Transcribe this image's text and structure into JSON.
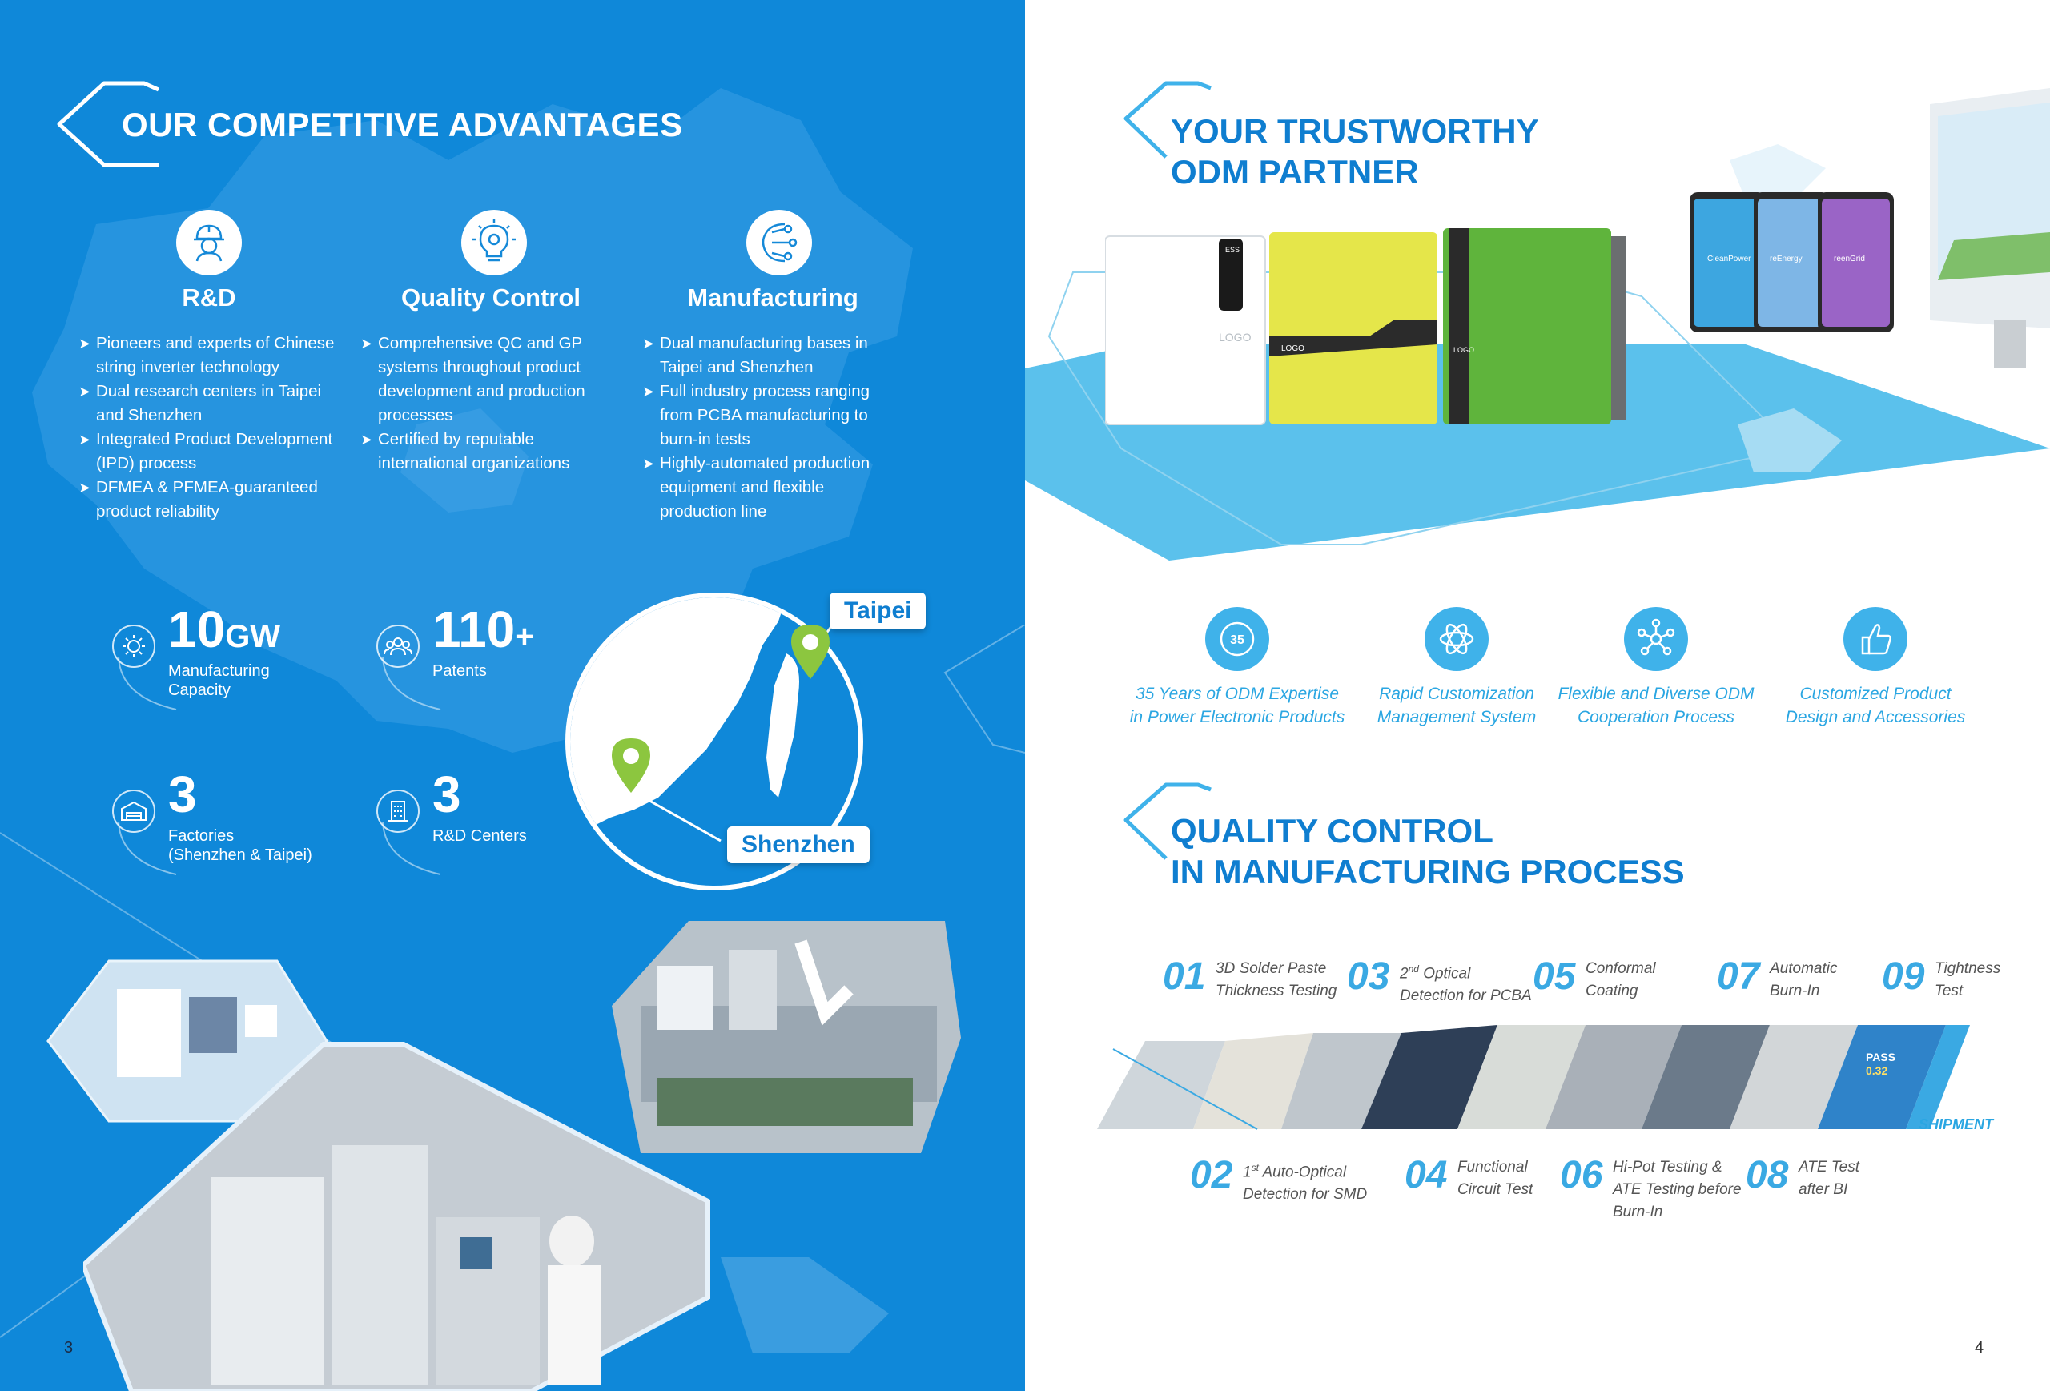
{
  "left_page": {
    "title": "OUR COMPETITIVE ADVANTAGES",
    "page_number": "3",
    "pillars": [
      {
        "icon": "engineer-icon",
        "title": "R&D",
        "bullets": [
          "Pioneers and experts of Chinese string inverter technology",
          "Dual research centers in Taipei and Shenzhen",
          "Integrated Product Development (IPD) process",
          "DFMEA & PFMEA-guaranteed product reliability"
        ]
      },
      {
        "icon": "lightbulb-gear-icon",
        "title": "Quality Control",
        "bullets": [
          "Comprehensive QC and GP systems throughout product development and production processes",
          "Certified by reputable international organizations"
        ]
      },
      {
        "icon": "circuit-brain-icon",
        "title": "Manufacturing",
        "bullets": [
          "Dual manufacturing bases in Taipei and Shenzhen",
          "Full industry process ranging from PCBA manufacturing to burn-in tests",
          "Highly-automated production equipment and flexible production line"
        ]
      }
    ],
    "stats": [
      {
        "icon": "gear-icon",
        "value": "10",
        "unit": "GW",
        "label_lines": [
          "Manufacturing",
          "Capacity"
        ]
      },
      {
        "icon": "people-icon",
        "value": "110",
        "unit": "+",
        "label_lines": [
          "Patents"
        ]
      },
      {
        "icon": "factory-icon",
        "value": "3",
        "unit": "",
        "label_lines": [
          "Factories",
          "(Shenzhen & Taipei)"
        ]
      },
      {
        "icon": "building-icon",
        "value": "3",
        "unit": "",
        "label_lines": [
          "R&D Centers"
        ]
      }
    ],
    "map_callouts": {
      "north": "Taipei",
      "south": "Shenzhen"
    },
    "bullet_glyph": "➤"
  },
  "right_page": {
    "page_number": "4",
    "title_lines": [
      "YOUR TRUSTWORTHY",
      "ODM PARTNER"
    ],
    "product_labels": {
      "ess": "ESS",
      "logo": "LOGO"
    },
    "phone_app_labels": [
      "CleanPower",
      "reEnergy",
      "reenGrid"
    ],
    "features": [
      {
        "icon": "badge-35-icon",
        "badge": "35",
        "lines": [
          "35 Years of ODM Expertise",
          "in Power Electronic Products"
        ]
      },
      {
        "icon": "atom-icon",
        "lines": [
          "Rapid Customization",
          "Management System"
        ]
      },
      {
        "icon": "network-icon",
        "lines": [
          "Flexible and Diverse ODM",
          "Cooperation Process"
        ]
      },
      {
        "icon": "thumbs-up-icon",
        "lines": [
          "Customized Product",
          "Design and Accessories"
        ]
      }
    ],
    "qc_title_lines": [
      "QUALITY CONTROL",
      "IN MANUFACTURING PROCESS"
    ],
    "steps_top": [
      {
        "num": "01",
        "lines": [
          "3D Solder Paste",
          "Thickness Testing"
        ]
      },
      {
        "num": "03",
        "sup": "nd",
        "lines": [
          "2",
          " Optical",
          "Detection for PCBA"
        ]
      },
      {
        "num": "05",
        "lines": [
          "Conformal",
          "Coating"
        ]
      },
      {
        "num": "07",
        "lines": [
          "Automatic",
          "Burn-In"
        ]
      },
      {
        "num": "09",
        "lines": [
          "Tightness",
          "Test"
        ]
      }
    ],
    "steps_bottom": [
      {
        "num": "02",
        "sup": "st",
        "lines": [
          "1",
          " Auto-Optical",
          "Detection for SMD"
        ]
      },
      {
        "num": "04",
        "lines": [
          "Functional",
          "Circuit Test"
        ]
      },
      {
        "num": "06",
        "lines": [
          "Hi-Pot Testing &",
          "ATE Testing before",
          "Burn-In"
        ]
      },
      {
        "num": "08",
        "lines": [
          "ATE Test",
          "after BI"
        ]
      }
    ],
    "shipment_label": "SHIPMENT",
    "screen_text": {
      "line1": "PASS",
      "line2": "0.32"
    }
  }
}
